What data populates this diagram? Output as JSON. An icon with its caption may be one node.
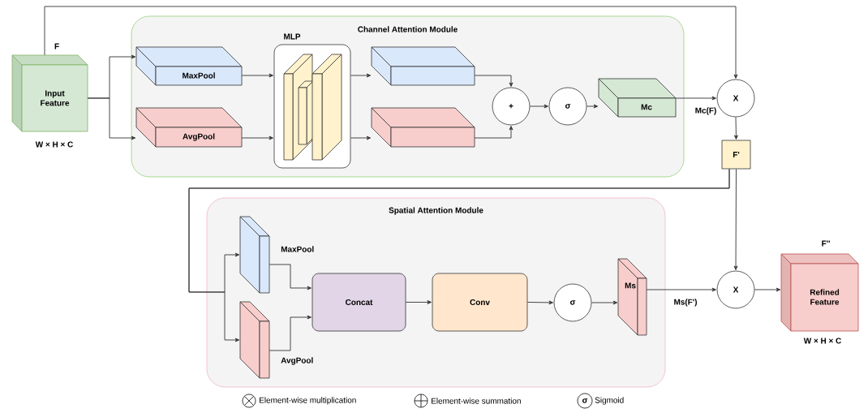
{
  "diagram": {
    "nodes": [
      {
        "text": [
          "Input Feature"
        ],
        "beside": [
          "F",
          "W × H × C"
        ]
      },
      {
        "text": [
          "Channel Attention Module"
        ]
      },
      {
        "text": [
          "MaxPool"
        ],
        "in": 1
      },
      {
        "text": [
          "AvgPool"
        ],
        "in": 1
      },
      {
        "text": [
          "MLP"
        ],
        "in": 1
      },
      {
        "text": [],
        "shape": "box",
        "in": 1
      },
      {
        "text": [],
        "shape": "box",
        "in": 1
      },
      {
        "text": [
          "+"
        ],
        "in": 1
      },
      {
        "text": [
          "σ"
        ],
        "in": 1
      },
      {
        "text": [
          "Mc"
        ],
        "in": 1
      },
      {
        "text": [
          "X"
        ]
      },
      {
        "text": [
          "F'"
        ]
      },
      {
        "text": [
          "Spatial Attention Module"
        ]
      },
      {
        "text": [
          "MaxPool"
        ],
        "in": 12
      },
      {
        "text": [
          "AvgPool"
        ],
        "in": 12
      },
      {
        "text": [
          "Concat"
        ],
        "in": 12
      },
      {
        "text": [
          "Conv"
        ],
        "in": 12
      },
      {
        "text": [
          "σ"
        ],
        "in": 12
      },
      {
        "text": [
          "Ms"
        ],
        "in": 12
      },
      {
        "text": [
          "X"
        ]
      },
      {
        "text": [
          "Refined Feature"
        ],
        "beside": [
          "F''",
          "W × H × C"
        ]
      }
    ],
    "edges": [
      {
        "from": 0,
        "to": 2,
        "arrow": "to"
      },
      {
        "from": 0,
        "to": 3,
        "arrow": "to"
      },
      {
        "from": 0,
        "to": 10,
        "arrow": "to"
      },
      {
        "from": 2,
        "to": 4,
        "arrow": "to"
      },
      {
        "from": 3,
        "to": 4,
        "arrow": "to"
      },
      {
        "from": 4,
        "to": 5,
        "arrow": "to"
      },
      {
        "from": 4,
        "to": 6,
        "arrow": "to"
      },
      {
        "from": 5,
        "to": 7,
        "arrow": "to"
      },
      {
        "from": 6,
        "to": 7,
        "arrow": "to"
      },
      {
        "from": 7,
        "to": 8,
        "arrow": "to"
      },
      {
        "from": 8,
        "to": 9,
        "arrow": "to"
      },
      {
        "from": 9,
        "to": 10,
        "arrow": "to",
        "label": "Mc(F)"
      },
      {
        "from": 10,
        "to": 11,
        "arrow": "to"
      },
      {
        "from": 11,
        "to": 13,
        "arrow": "to"
      },
      {
        "from": 11,
        "to": 14,
        "arrow": "to"
      },
      {
        "from": 11,
        "to": 19,
        "arrow": "to"
      },
      {
        "from": 13,
        "to": 15,
        "arrow": "to"
      },
      {
        "from": 14,
        "to": 15,
        "arrow": "to"
      },
      {
        "from": 15,
        "to": 16,
        "arrow": "to"
      },
      {
        "from": 16,
        "to": 17,
        "arrow": "to"
      },
      {
        "from": 17,
        "to": 18,
        "arrow": "to"
      },
      {
        "from": 18,
        "to": 19,
        "arrow": "to",
        "label": "Ms(F')"
      },
      {
        "from": 19,
        "to": 20,
        "arrow": "to"
      }
    ],
    "labels": [
      "σ"
    ],
    "legend": [
      {
        "text": "Element-wise multiplication"
      },
      {
        "text": "Element-wise summation"
      },
      {
        "text": "Sigmoid"
      }
    ]
  }
}
